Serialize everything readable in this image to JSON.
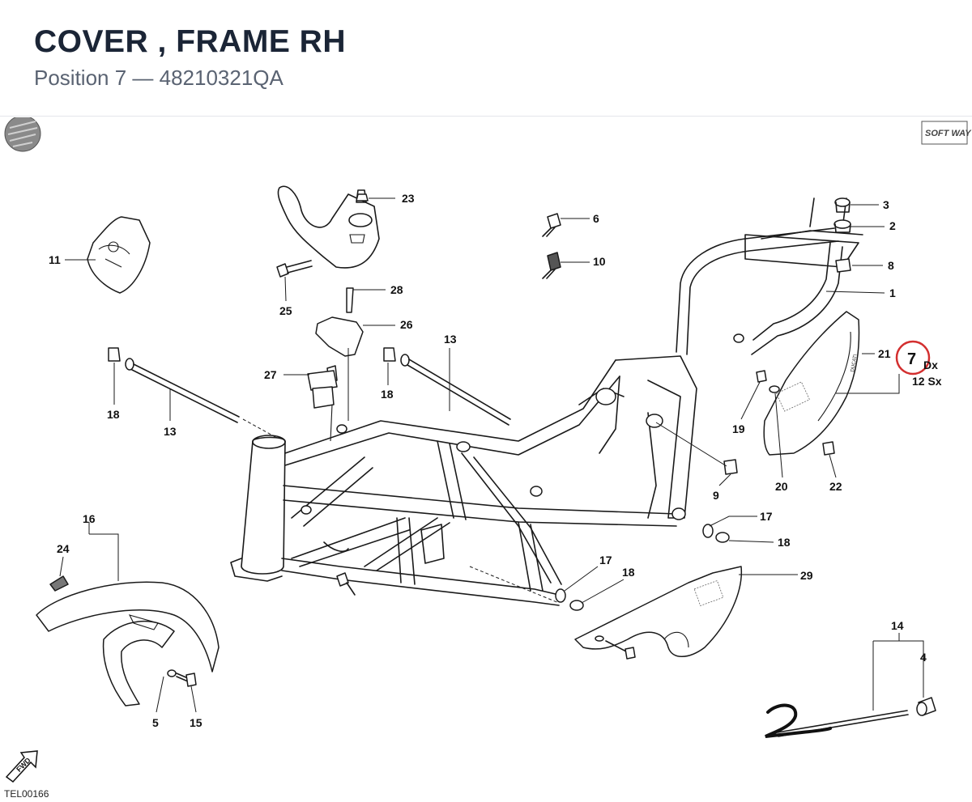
{
  "header": {
    "title": "COVER , FRAME RH",
    "subtitle": "Position 7 — 48210321QA"
  },
  "diagram": {
    "drawing_code": "TEL00166",
    "brand_logo_text": "SOFT WAY",
    "fwd_arrow_text": "FWD",
    "highlighted_position": "7",
    "side_labels": [
      "Dx",
      "12 Sx"
    ],
    "handwritten_mark": "2",
    "callouts": [
      "23",
      "6",
      "3",
      "2",
      "11",
      "10",
      "8",
      "25",
      "28",
      "1",
      "26",
      "13",
      "13",
      "21",
      "27",
      "18",
      "18",
      "19",
      "20",
      "22",
      "9",
      "17",
      "18",
      "16",
      "24",
      "17",
      "18",
      "29",
      "14",
      "4",
      "5",
      "15"
    ],
    "colors": {
      "highlight_circle": "#d32f2f",
      "line": "#1a1a1a"
    }
  }
}
